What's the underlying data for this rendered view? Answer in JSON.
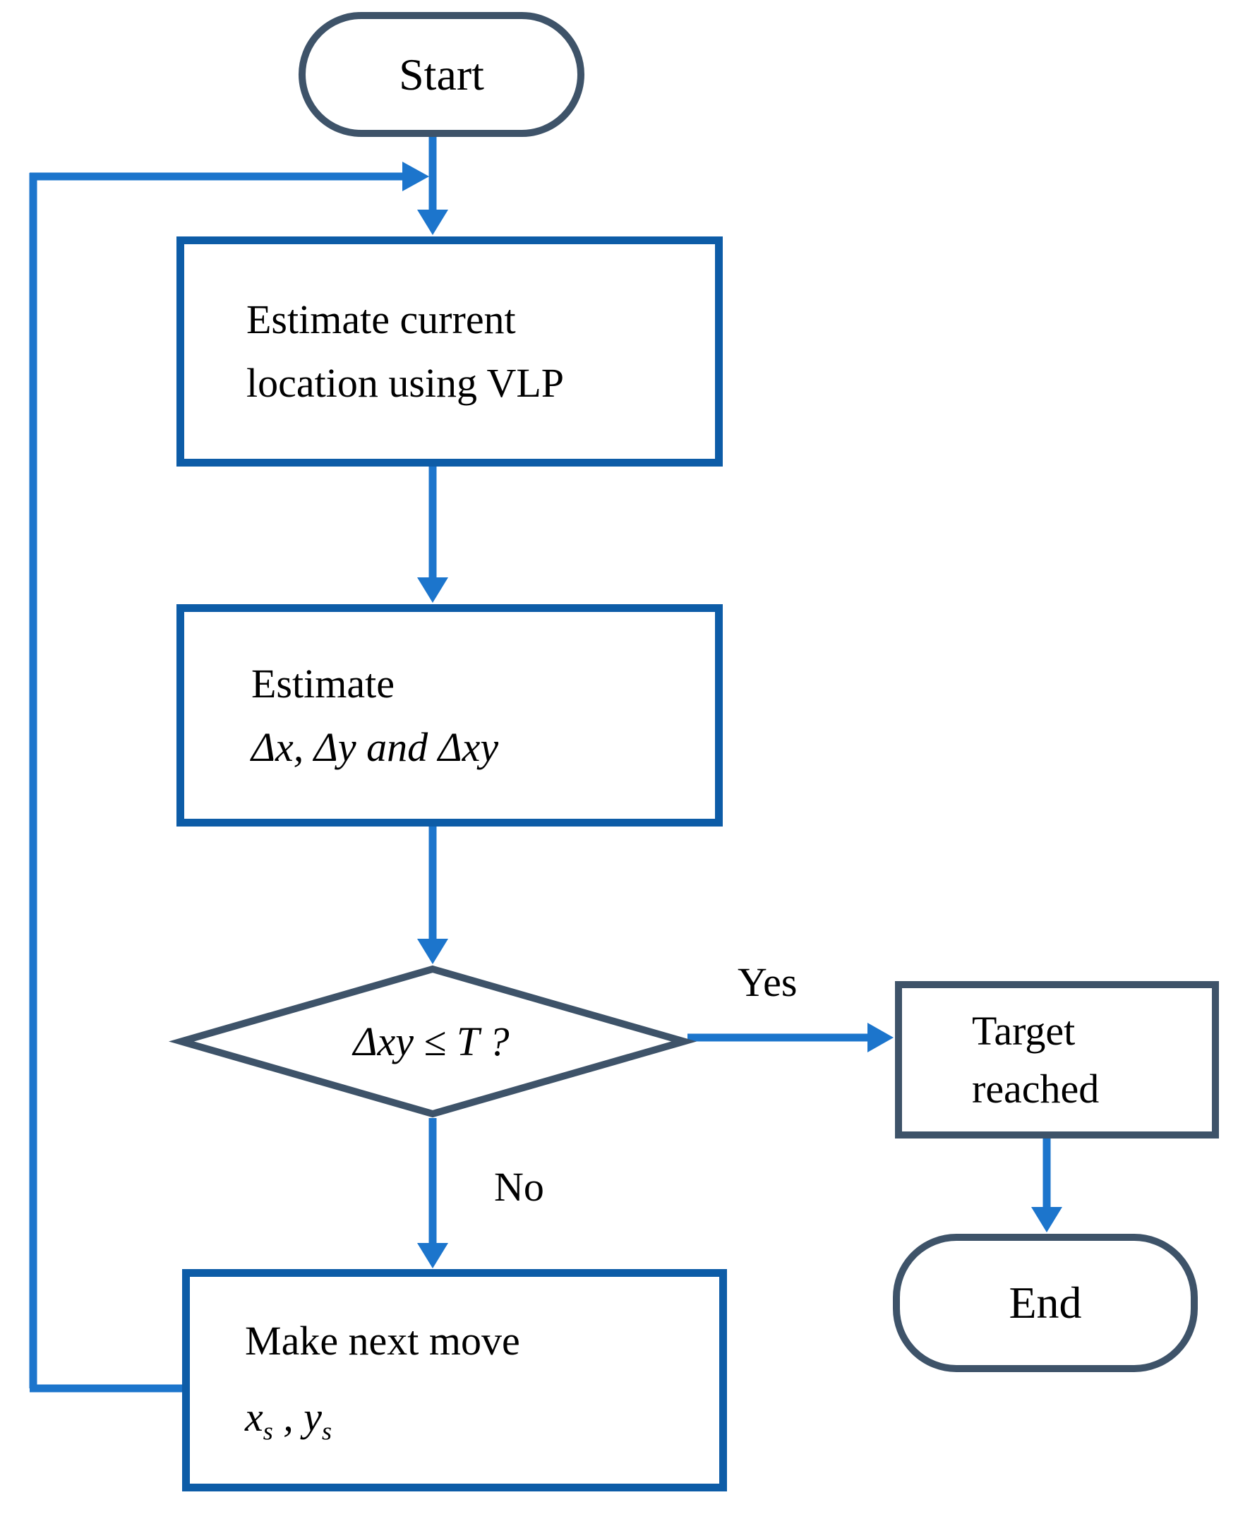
{
  "palette": {
    "arrow": "#1C75CC",
    "process_border": "#0D5CA7",
    "terminal_border": "#3E5369",
    "text": "#000000",
    "background": "#FFFFFF"
  },
  "nodes": {
    "start": {
      "type": "terminator",
      "label": "Start"
    },
    "estimate_location": {
      "type": "process",
      "line1": "Estimate current",
      "line2": "location using VLP"
    },
    "estimate_deltas": {
      "type": "process",
      "line1": "Estimate",
      "line2": "Δx, Δy and Δxy"
    },
    "decision": {
      "type": "decision",
      "label": "Δxy ≤ T ?"
    },
    "target_reached": {
      "type": "process",
      "line1": "Target",
      "line2": "reached"
    },
    "end": {
      "type": "terminator",
      "label": "End"
    },
    "make_move": {
      "type": "process",
      "line1": "Make next move",
      "x_var": "x",
      "x_sub": "s",
      "separator": " , ",
      "y_var": "y",
      "y_sub": "s"
    }
  },
  "edges": {
    "yes_label": "Yes",
    "no_label": "No"
  }
}
